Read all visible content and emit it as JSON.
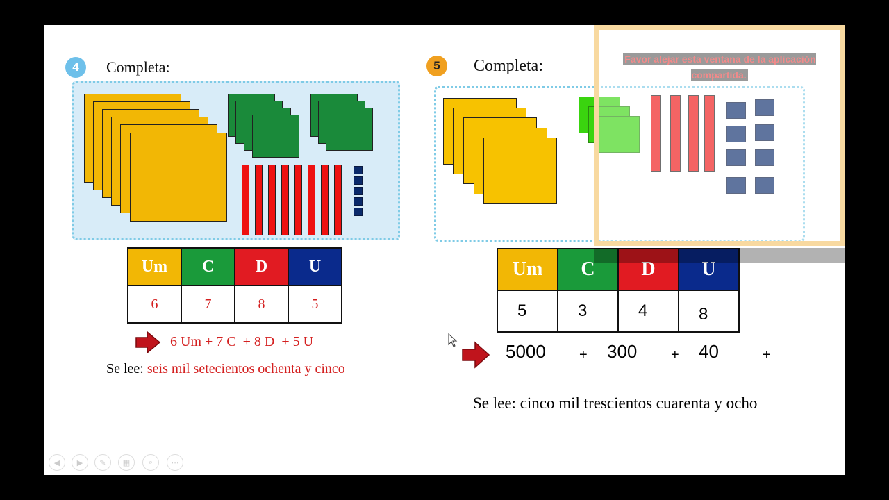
{
  "left": {
    "badge_number": "4",
    "badge_color": "#6ec0ea",
    "heading": "Completa:",
    "table": {
      "headers": [
        "Um",
        "C",
        "D",
        "U"
      ],
      "header_colors": [
        "#f2b705",
        "#1a9a3a",
        "#e11b22",
        "#0a2a8c"
      ],
      "values": [
        "6",
        "7",
        "8",
        "5"
      ]
    },
    "expansion": "6 Um + 7 C  + 8 D  + 5 U",
    "reading_label": "Se lee:",
    "reading_text": "seis mil setecientos ochenta y cinco"
  },
  "right": {
    "badge_number": "5",
    "badge_color": "#f0a020",
    "heading": "Completa:",
    "table": {
      "headers": [
        "Um",
        "C",
        "D",
        "U"
      ],
      "header_colors": [
        "#f2b705",
        "#1a9a3a",
        "#e11b22",
        "#0a2a8c"
      ],
      "values": [
        "5",
        "3",
        "4",
        "8"
      ]
    },
    "expansion_terms": [
      "5000",
      "300",
      "40"
    ],
    "plus": "+",
    "reading": "Se lee: cinco mil trescientos cuarenta y ocho"
  },
  "share_notice": "Favor alejar esta ventana de la aplicación compartida.",
  "controls": [
    "prev-icon",
    "next-icon",
    "pen-icon",
    "slides-icon",
    "zoom-icon",
    "more-icon"
  ]
}
